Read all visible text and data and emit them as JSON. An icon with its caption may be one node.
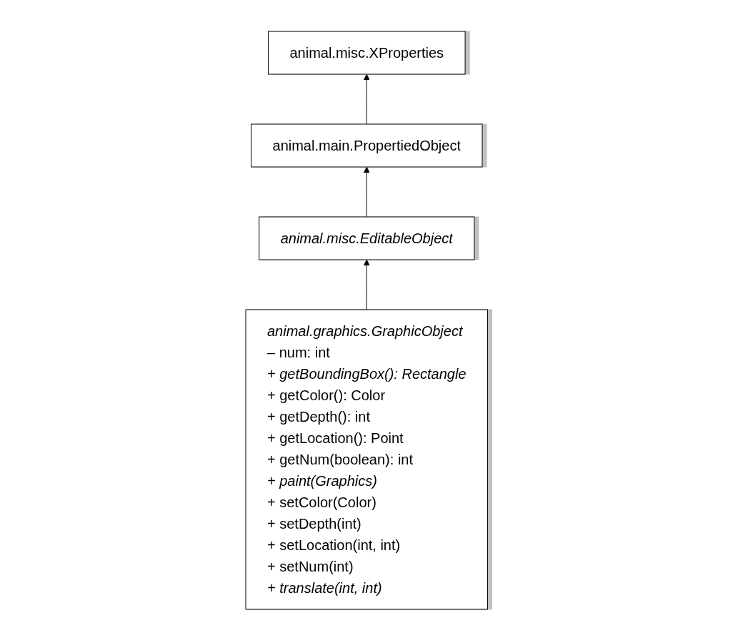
{
  "diagram": {
    "nodes": [
      {
        "text": [
          "animal.main.PropertiedObject"
        ]
      },
      {
        "text": [
          "animal.misc.XProperties"
        ]
      },
      {
        "text": [
          "animal.misc.EditableObject"
        ]
      },
      {
        "text": [
          "animal.graphics.GraphicObject",
          "– num: int",
          "+ getBoundingBox(): Rectangle",
          "+ getColor(): Color",
          "+ getDepth(): int",
          "+ getLocation(): Point",
          "+ getNum(boolean): int",
          "+ paint(Graphics)",
          "+ setColor(Color)",
          "+ setDepth(int)",
          "+ setLocation(int, int)",
          "+ setNum(int)",
          "+ translate(int, int)"
        ]
      }
    ],
    "edges": [
      {
        "from": 0,
        "to": 1,
        "arrow": "to"
      },
      {
        "from": 2,
        "to": 0,
        "arrow": "to"
      },
      {
        "from": 3,
        "to": 2,
        "arrow": "to"
      }
    ]
  }
}
